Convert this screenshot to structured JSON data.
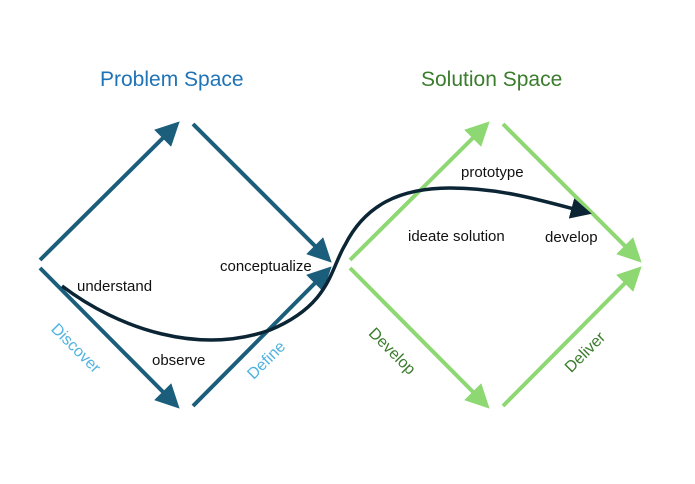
{
  "titles": {
    "problem_space": "Problem Space",
    "solution_space": "Solution Space"
  },
  "phases": {
    "discover": "Discover",
    "define": "Define",
    "develop": "Develop",
    "deliver": "Deliver"
  },
  "activities": {
    "understand": "understand",
    "observe": "observe",
    "conceptualize": "conceptualize",
    "prototype": "prototype",
    "ideate_solution": "ideate solution",
    "develop": "develop"
  },
  "colors": {
    "problem_title": "#1f73b7",
    "solution_title": "#3a7d2c",
    "problem_arrows": "#1b5e7b",
    "solution_arrows": "#8ed873",
    "problem_phase_labels": "#4fb3e0",
    "solution_phase_labels": "#3a7d2c",
    "flow_curve": "#0b2535"
  }
}
